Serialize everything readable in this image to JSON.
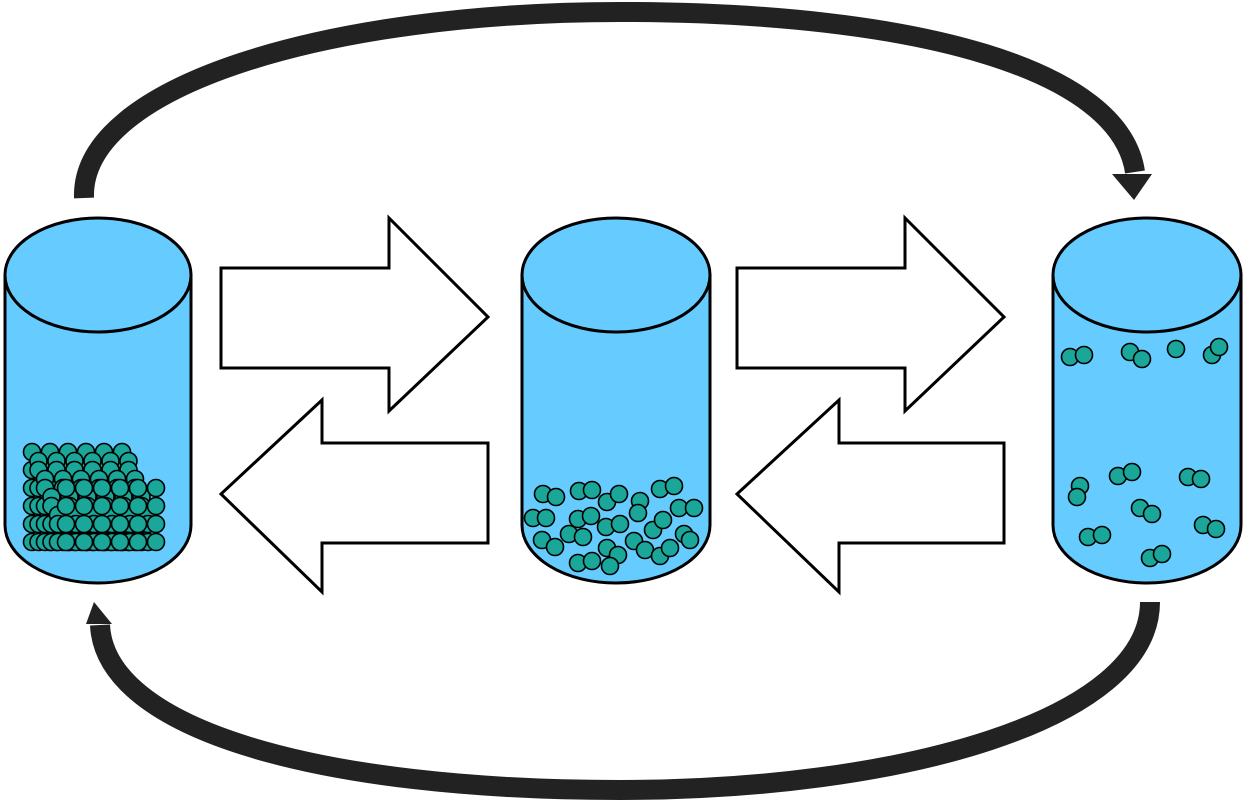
{
  "diagram": {
    "type": "phase-cycle",
    "containers": [
      {
        "id": "container-solid",
        "state": "solid",
        "particle_arrangement": "packed-lattice"
      },
      {
        "id": "container-liquid",
        "state": "liquid",
        "particle_arrangement": "clustered-bottom"
      },
      {
        "id": "container-gas",
        "state": "gas",
        "particle_arrangement": "scattered-pairs"
      }
    ],
    "arrows": [
      {
        "id": "solid-to-liquid",
        "style": "block",
        "direction": "right"
      },
      {
        "id": "liquid-to-solid",
        "style": "block",
        "direction": "left"
      },
      {
        "id": "liquid-to-gas",
        "style": "block",
        "direction": "right"
      },
      {
        "id": "gas-to-liquid",
        "style": "block",
        "direction": "left"
      },
      {
        "id": "solid-to-gas",
        "style": "curved",
        "direction": "over-top"
      },
      {
        "id": "gas-to-solid",
        "style": "curved",
        "direction": "under-bottom"
      }
    ]
  },
  "colors": {
    "cylinder_fill": "#66ccff",
    "particle_fill": "#1aa698",
    "outline": "#000000",
    "curved_arrow": "#222222",
    "block_arrow_fill": "#ffffff"
  }
}
